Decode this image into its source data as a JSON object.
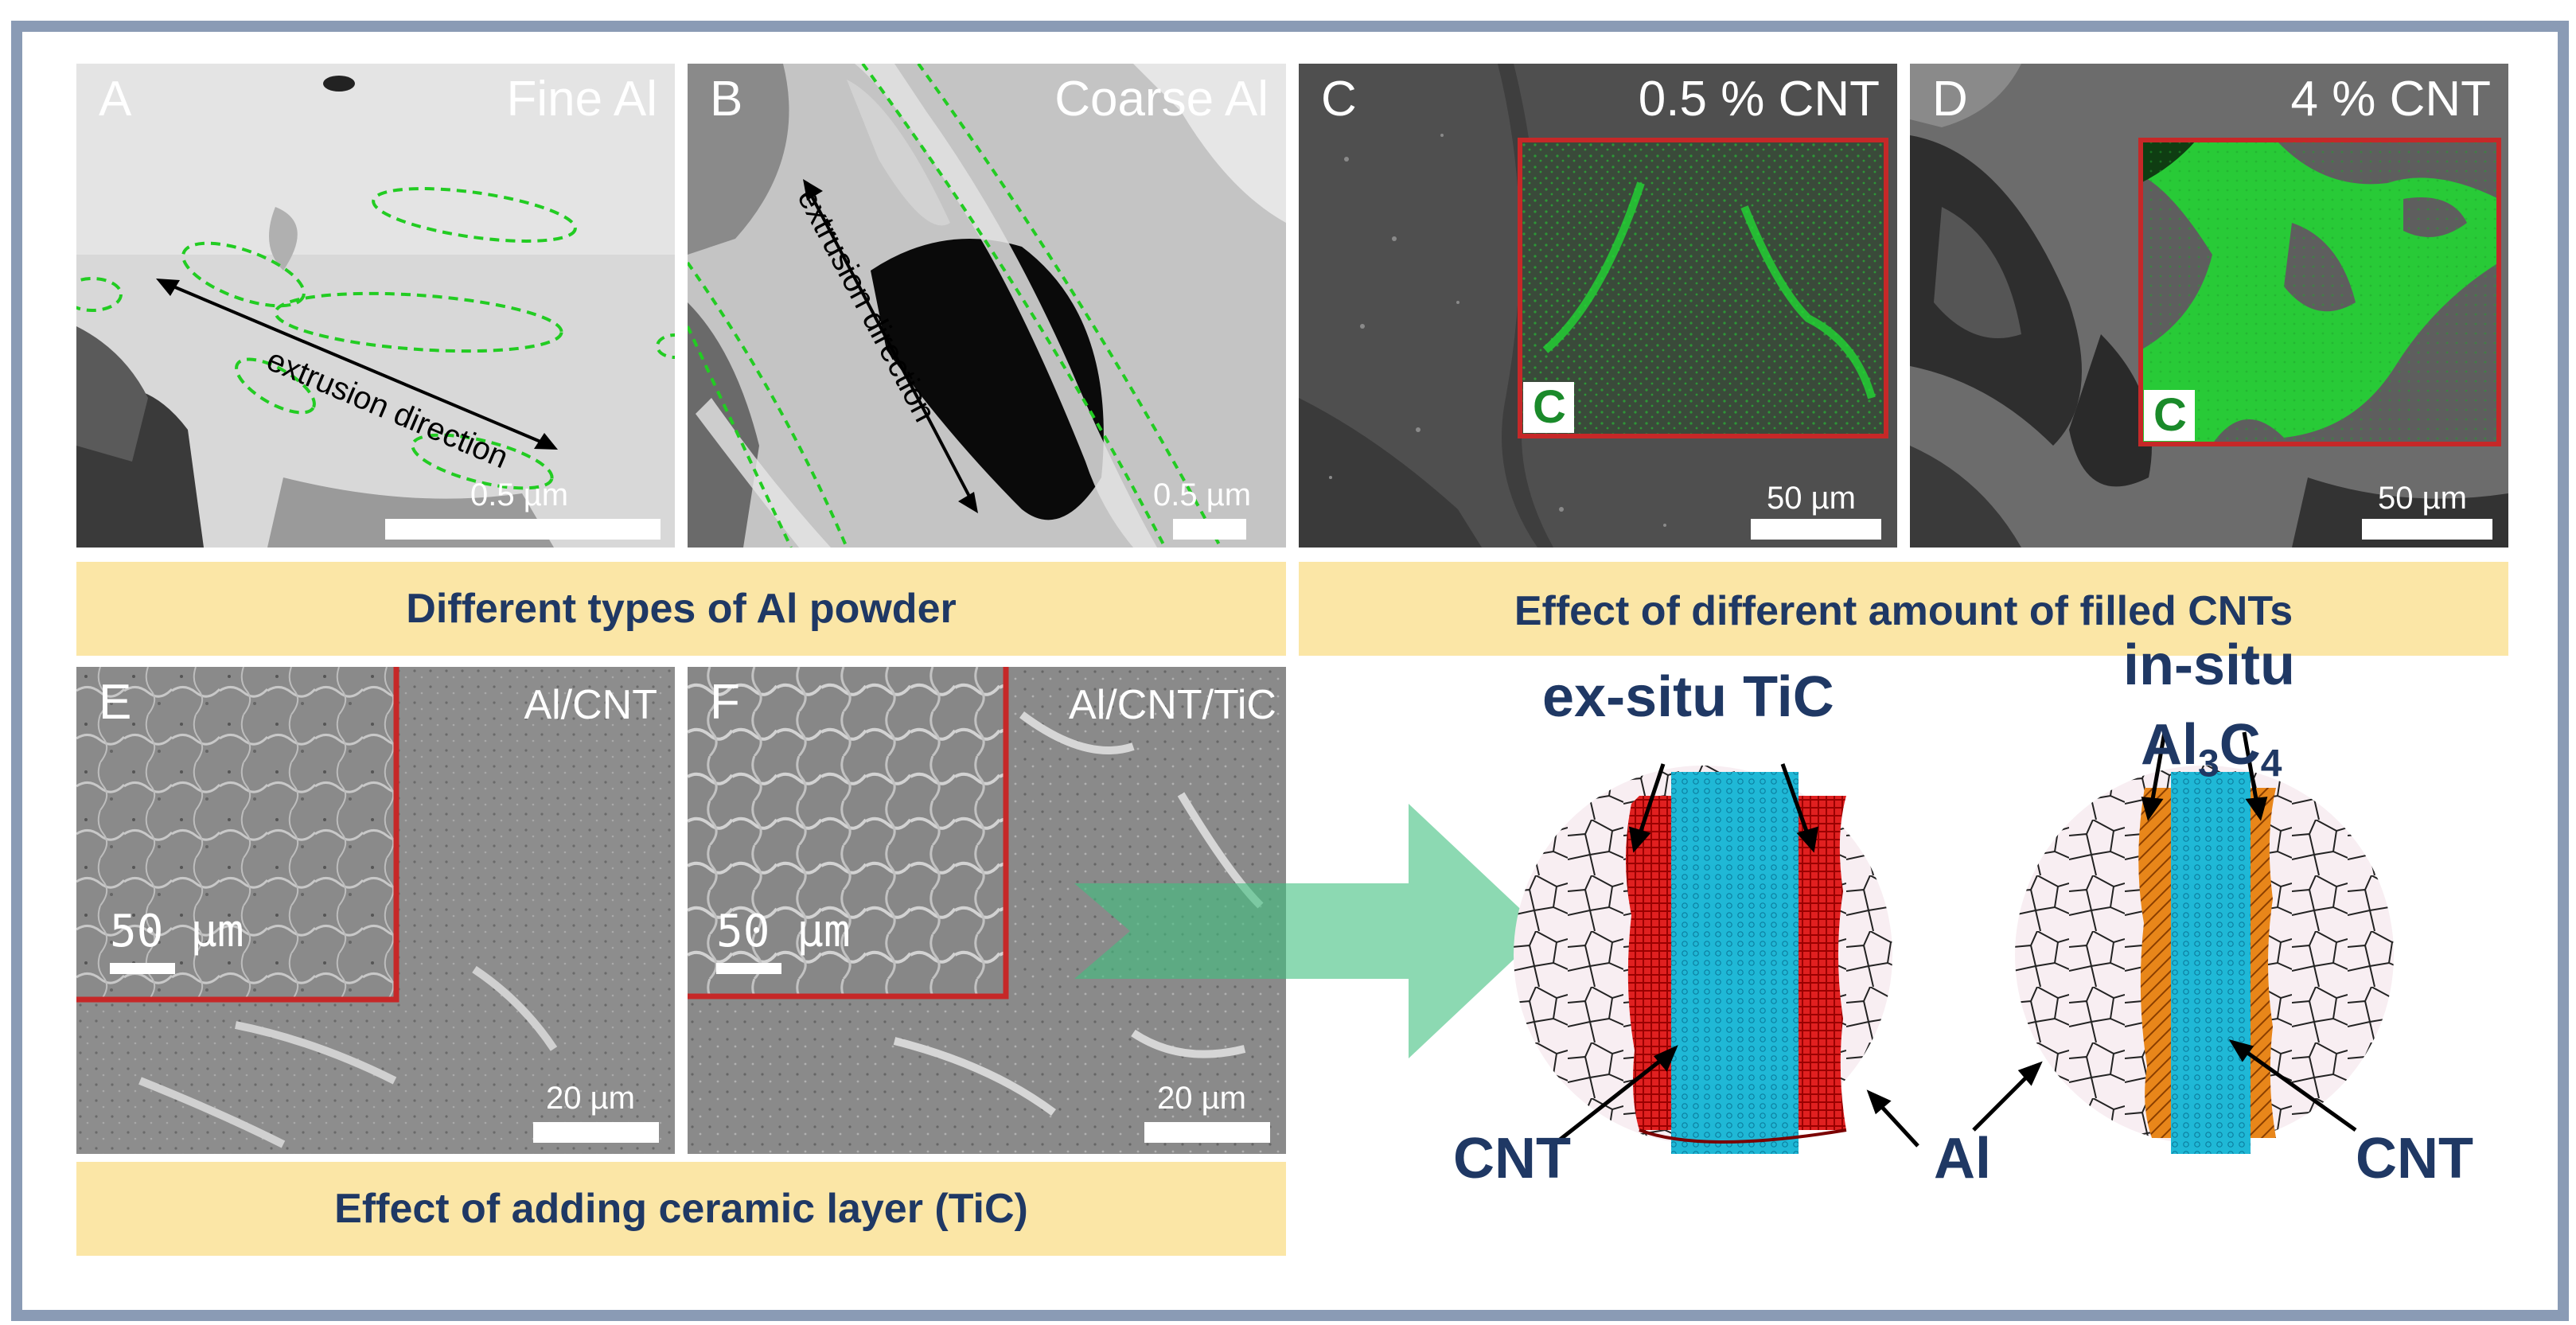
{
  "panels": {
    "a": {
      "letter": "A",
      "title": "Fine Al",
      "scale": "0.5 µm",
      "annotation": "extrusion direction"
    },
    "b": {
      "letter": "B",
      "title": "Coarse Al",
      "scale": "0.5 µm",
      "annotation": "extrusion direction"
    },
    "c": {
      "letter": "C",
      "title": "0.5 % CNT",
      "scale": "50 µm",
      "inset_label": "C"
    },
    "d": {
      "letter": "D",
      "title": "4 % CNT",
      "scale": "50 µm",
      "inset_label": "C"
    },
    "e": {
      "letter": "E",
      "title": "Al/CNT",
      "scale": "20 µm",
      "inset_scale": "50 µm"
    },
    "f": {
      "letter": "F",
      "title": "Al/CNT/TiC",
      "scale": "20 µm",
      "inset_scale": "50 µm"
    }
  },
  "bands": {
    "al_powder": "Different types of Al powder",
    "filled_cnts": "Effect of different amount of filled CNTs",
    "ceramic_layer": "Effect of adding ceramic layer (TiC)"
  },
  "diagram": {
    "exsitu_title": "ex-situ TiC",
    "insitu_title_line1": "in-situ",
    "insitu_title_main": "Al",
    "insitu_sub1": "3",
    "insitu_mid": "C",
    "insitu_sub2": "4",
    "cnt_left": "CNT",
    "al_label_left": "Al",
    "al_label_right": "Al",
    "cnt_right": "CNT"
  },
  "colors": {
    "frame": "#8a9bb5",
    "band": "#fbe6a6",
    "band_text": "#1f3864",
    "inset_border": "#c62828",
    "ellipse_dashed": "#22cc22",
    "carbon_map": "#22d633",
    "tic_red": "#e02020",
    "al4c3_orange": "#e8861a",
    "cnt_cyan": "#1fb8d6",
    "arrow_green": "#3fbf7f"
  }
}
